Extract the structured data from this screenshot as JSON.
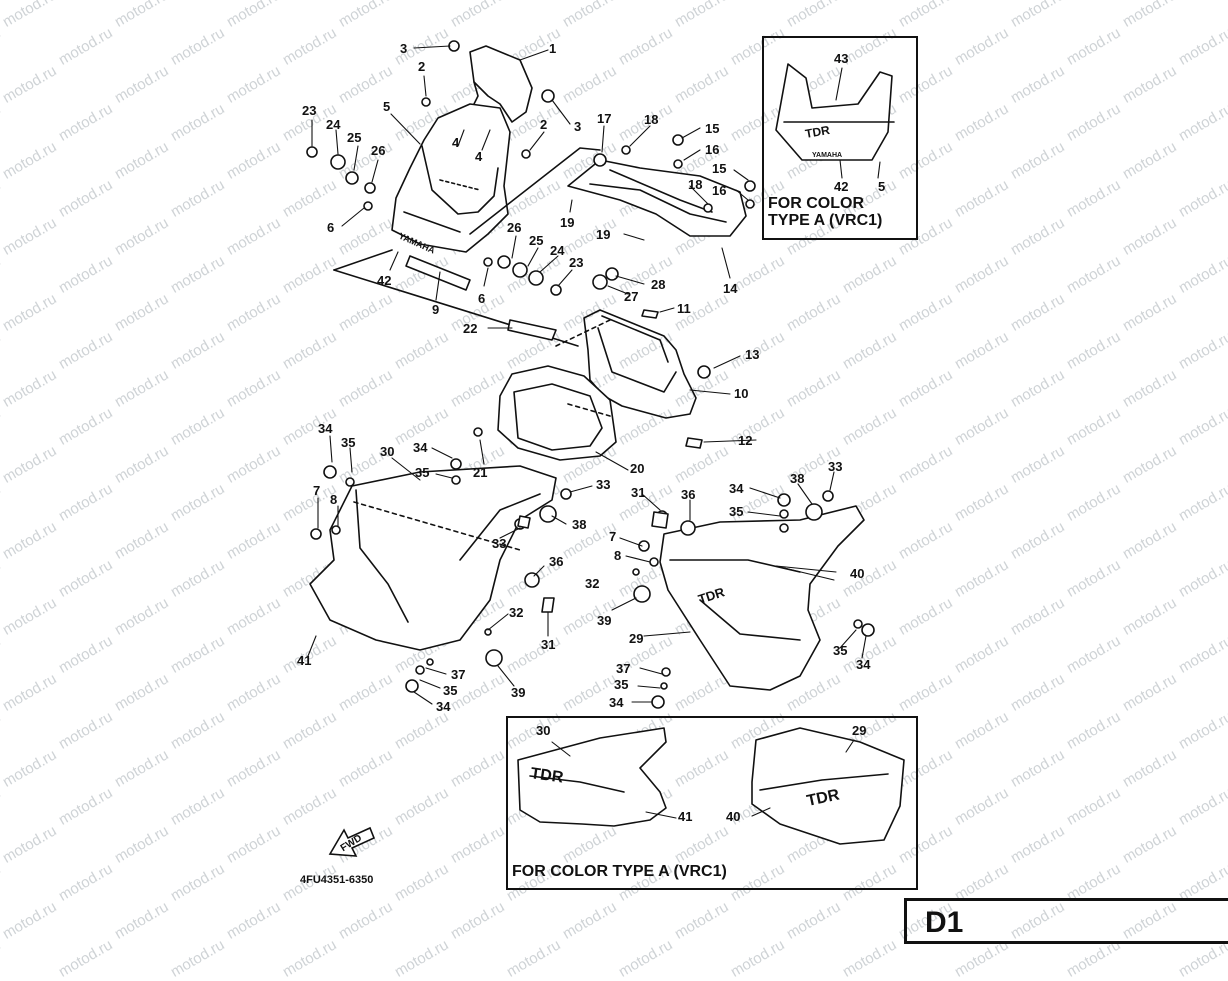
{
  "watermark": "motod.ru",
  "inset_top": {
    "caption_line1": "FOR COLOR",
    "caption_line2": "TYPE A (VRC1)",
    "callouts": [
      "43",
      "42",
      "5"
    ],
    "brand_text": "YAMAHA"
  },
  "inset_bottom": {
    "caption": "FOR COLOR TYPE A (VRC1)",
    "callouts": [
      "30",
      "41",
      "29",
      "40"
    ]
  },
  "diagram_code": "4FU4351-6350",
  "fwd_label": "FWD",
  "page_tag": "D1",
  "brand_text": "YAMAHA",
  "callouts": [
    {
      "label": "3"
    },
    {
      "label": "1"
    },
    {
      "label": "2"
    },
    {
      "label": "3"
    },
    {
      "label": "5"
    },
    {
      "label": "4"
    },
    {
      "label": "4"
    },
    {
      "label": "2"
    },
    {
      "label": "23"
    },
    {
      "label": "24"
    },
    {
      "label": "25"
    },
    {
      "label": "26"
    },
    {
      "label": "6"
    },
    {
      "label": "17"
    },
    {
      "label": "18"
    },
    {
      "label": "15"
    },
    {
      "label": "16"
    },
    {
      "label": "15"
    },
    {
      "label": "18"
    },
    {
      "label": "16"
    },
    {
      "label": "19"
    },
    {
      "label": "19"
    },
    {
      "label": "14"
    },
    {
      "label": "26"
    },
    {
      "label": "25"
    },
    {
      "label": "24"
    },
    {
      "label": "23"
    },
    {
      "label": "28"
    },
    {
      "label": "27"
    },
    {
      "label": "42"
    },
    {
      "label": "9"
    },
    {
      "label": "6"
    },
    {
      "label": "11"
    },
    {
      "label": "22"
    },
    {
      "label": "13"
    },
    {
      "label": "10"
    },
    {
      "label": "12"
    },
    {
      "label": "20"
    },
    {
      "label": "21"
    },
    {
      "label": "34"
    },
    {
      "label": "35"
    },
    {
      "label": "30"
    },
    {
      "label": "34"
    },
    {
      "label": "35"
    },
    {
      "label": "33"
    },
    {
      "label": "7"
    },
    {
      "label": "8"
    },
    {
      "label": "38"
    },
    {
      "label": "33"
    },
    {
      "label": "31"
    },
    {
      "label": "36"
    },
    {
      "label": "34"
    },
    {
      "label": "38"
    },
    {
      "label": "33"
    },
    {
      "label": "35"
    },
    {
      "label": "7"
    },
    {
      "label": "8"
    },
    {
      "label": "36"
    },
    {
      "label": "32"
    },
    {
      "label": "40"
    },
    {
      "label": "39"
    },
    {
      "label": "32"
    },
    {
      "label": "31"
    },
    {
      "label": "41"
    },
    {
      "label": "29"
    },
    {
      "label": "35"
    },
    {
      "label": "34"
    },
    {
      "label": "37"
    },
    {
      "label": "35"
    },
    {
      "label": "39"
    },
    {
      "label": "34"
    },
    {
      "label": "37"
    },
    {
      "label": "35"
    },
    {
      "label": "34"
    }
  ]
}
